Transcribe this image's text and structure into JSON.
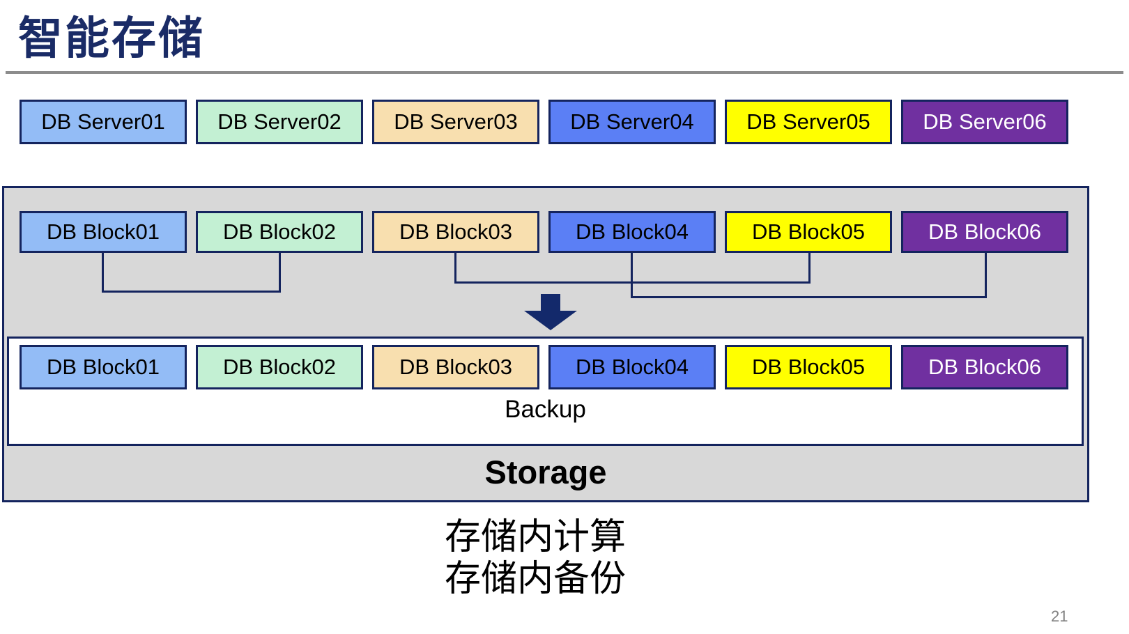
{
  "slide": {
    "title": "智能存储",
    "page_number": "21",
    "caption_lines": [
      "存储内计算",
      "存储内备份"
    ]
  },
  "colors": {
    "navy": "#14245E",
    "navy_title": "#1A2B66",
    "arrow": "#13296B",
    "divider": "#8C8C8C",
    "gray_fill": "#D8D8D8",
    "page_number": "#808080"
  },
  "server_row": {
    "items": [
      {
        "label": "DB Server01",
        "bg": "#93BCF6",
        "fg": "#000000"
      },
      {
        "label": "DB Server02",
        "bg": "#C3F0D3",
        "fg": "#000000"
      },
      {
        "label": "DB Server03",
        "bg": "#F8DFAF",
        "fg": "#000000"
      },
      {
        "label": "DB Server04",
        "bg": "#5B7FF5",
        "fg": "#000000"
      },
      {
        "label": "DB Server05",
        "bg": "#FFFF00",
        "fg": "#000000"
      },
      {
        "label": "DB Server06",
        "bg": "#7030A0",
        "fg": "#FFFFFF"
      }
    ]
  },
  "storage_unit": {
    "top_blocks": [
      {
        "label": "DB Block01",
        "bg": "#93BCF6",
        "fg": "#000000"
      },
      {
        "label": "DB Block02",
        "bg": "#C3F0D3",
        "fg": "#000000"
      },
      {
        "label": "DB Block03",
        "bg": "#F8DFAF",
        "fg": "#000000"
      },
      {
        "label": "DB Block04",
        "bg": "#5B7FF5",
        "fg": "#000000"
      },
      {
        "label": "DB Block05",
        "bg": "#FFFF00",
        "fg": "#000000"
      },
      {
        "label": "DB Block06",
        "bg": "#7030A0",
        "fg": "#FFFFFF"
      }
    ],
    "bottom_blocks": [
      {
        "label": "DB Block01",
        "bg": "#93BCF6",
        "fg": "#000000"
      },
      {
        "label": "DB Block02",
        "bg": "#C3F0D3",
        "fg": "#000000"
      },
      {
        "label": "DB Block03",
        "bg": "#F8DFAF",
        "fg": "#000000"
      },
      {
        "label": "DB Block04",
        "bg": "#5B7FF5",
        "fg": "#000000"
      },
      {
        "label": "DB Block05",
        "bg": "#FFFF00",
        "fg": "#000000"
      },
      {
        "label": "DB Block06",
        "bg": "#7030A0",
        "fg": "#FFFFFF"
      }
    ],
    "backup_label": "Backup",
    "storage_label": "Storage"
  }
}
